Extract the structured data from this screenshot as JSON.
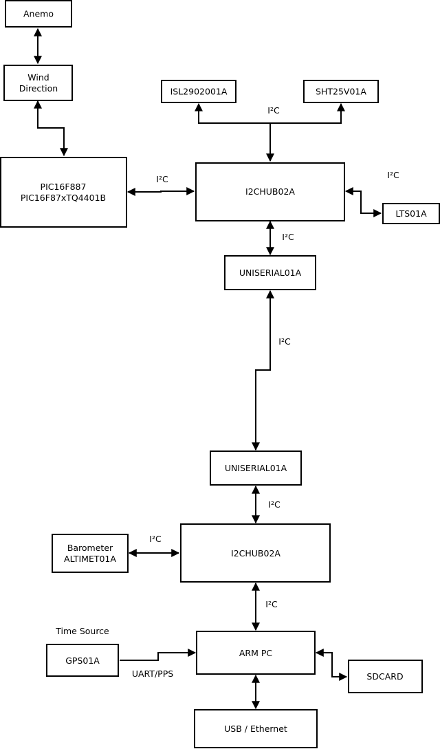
{
  "colors": {
    "line": "#000000",
    "box_fill": "#ffffff",
    "background": "#ffffff"
  },
  "nodes": {
    "anemo": {
      "lines": [
        "Anemo"
      ]
    },
    "wind_direction": {
      "lines": [
        "Wind",
        "Direction"
      ]
    },
    "pic": {
      "lines": [
        "PIC16F887",
        "PIC16F87xTQ4401B"
      ]
    },
    "isl": {
      "lines": [
        "ISL2902001A"
      ]
    },
    "sht": {
      "lines": [
        "SHT25V01A"
      ]
    },
    "i2chub_top": {
      "lines": [
        "I2CHUB02A"
      ]
    },
    "lts": {
      "lines": [
        "LTS01A"
      ]
    },
    "uniserial_top": {
      "lines": [
        "UNISERIAL01A"
      ]
    },
    "uniserial_bottom": {
      "lines": [
        "UNISERIAL01A"
      ]
    },
    "barometer": {
      "lines": [
        "Barometer",
        "ALTIMET01A"
      ]
    },
    "i2chub_bottom": {
      "lines": [
        "I2CHUB02A"
      ]
    },
    "gps": {
      "lines": [
        "GPS01A"
      ]
    },
    "arm_pc": {
      "lines": [
        "ARM PC"
      ]
    },
    "sdcard": {
      "lines": [
        "SDCARD"
      ]
    },
    "usb": {
      "lines": [
        "USB / Ethernet"
      ]
    }
  },
  "labels": {
    "i2c_pic_hub": "I²C",
    "i2c_sensors_hub": "I²C",
    "i2c_lts": "I²C",
    "i2c_hub_uniserial": "I²C",
    "i2c_uniserial_link": "I²C",
    "i2c_uniserial_hub2": "I²C",
    "i2c_barometer": "I²C",
    "i2c_hub2_arm": "I²C",
    "time_source": "Time Source",
    "uart_pps": "UART/PPS"
  }
}
